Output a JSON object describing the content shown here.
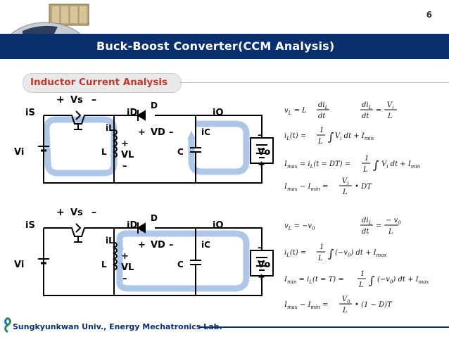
{
  "page_number": "6",
  "title": "Buck-Boost Converter(CCM Analysis)",
  "section_title": "Inductor Current Analysis",
  "footer": "Sungkyunkwan Univ., Energy Mechatronics Lab.",
  "colors": {
    "title_bar": "#0a2f6e",
    "section_text": "#c0392b",
    "flow_arrow": "#a9c4e8",
    "footer_text": "#0a2f6e"
  },
  "circuit_labels": {
    "vs": "Vs",
    "is": "iS",
    "id": "iD",
    "io": "iO",
    "il": "iL",
    "ic": "iC",
    "vi": "Vi",
    "vo": "Vo",
    "vd": "VD",
    "vl": "VL",
    "l": "L",
    "c": "C",
    "d": "D",
    "plus": "+",
    "minus": "–"
  },
  "icons": [
    "car-logo-icon",
    "university-logo-icon",
    "flow-arrow-icon"
  ]
}
